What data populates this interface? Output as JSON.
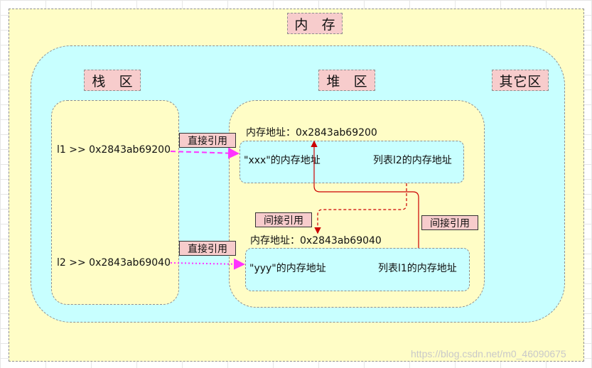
{
  "title": "内 存",
  "regions": {
    "stack_label": "栈 区",
    "heap_label": "堆 区",
    "other_label": "其它区"
  },
  "stack": {
    "var1": "l1 >> 0x2843ab69200",
    "var2": "l2 >> 0x2843ab69040"
  },
  "heap": {
    "block1": {
      "address": "内存地址：0x2843ab69200",
      "left_text": "\"xxx\"的内存地址",
      "right_text": "列表l2的内存地址"
    },
    "block2": {
      "address": "内存地址：0x2843ab69040",
      "left_text": "\"yyy\"的内存地址",
      "right_text": "列表l1的内存地址"
    }
  },
  "arrows": {
    "direct1": "直接引用",
    "direct2": "直接引用",
    "indirect1": "间接引用",
    "indirect2": "间接引用"
  },
  "colors": {
    "frame_bg": "#fffdc6",
    "region_bg": "#c8ffff",
    "label_bg": "#f7cccc",
    "direct_arrow": "#ff33ff",
    "indirect_arrow": "#cc0000"
  },
  "watermark": "https://blog.csdn.net/m0_46090675"
}
